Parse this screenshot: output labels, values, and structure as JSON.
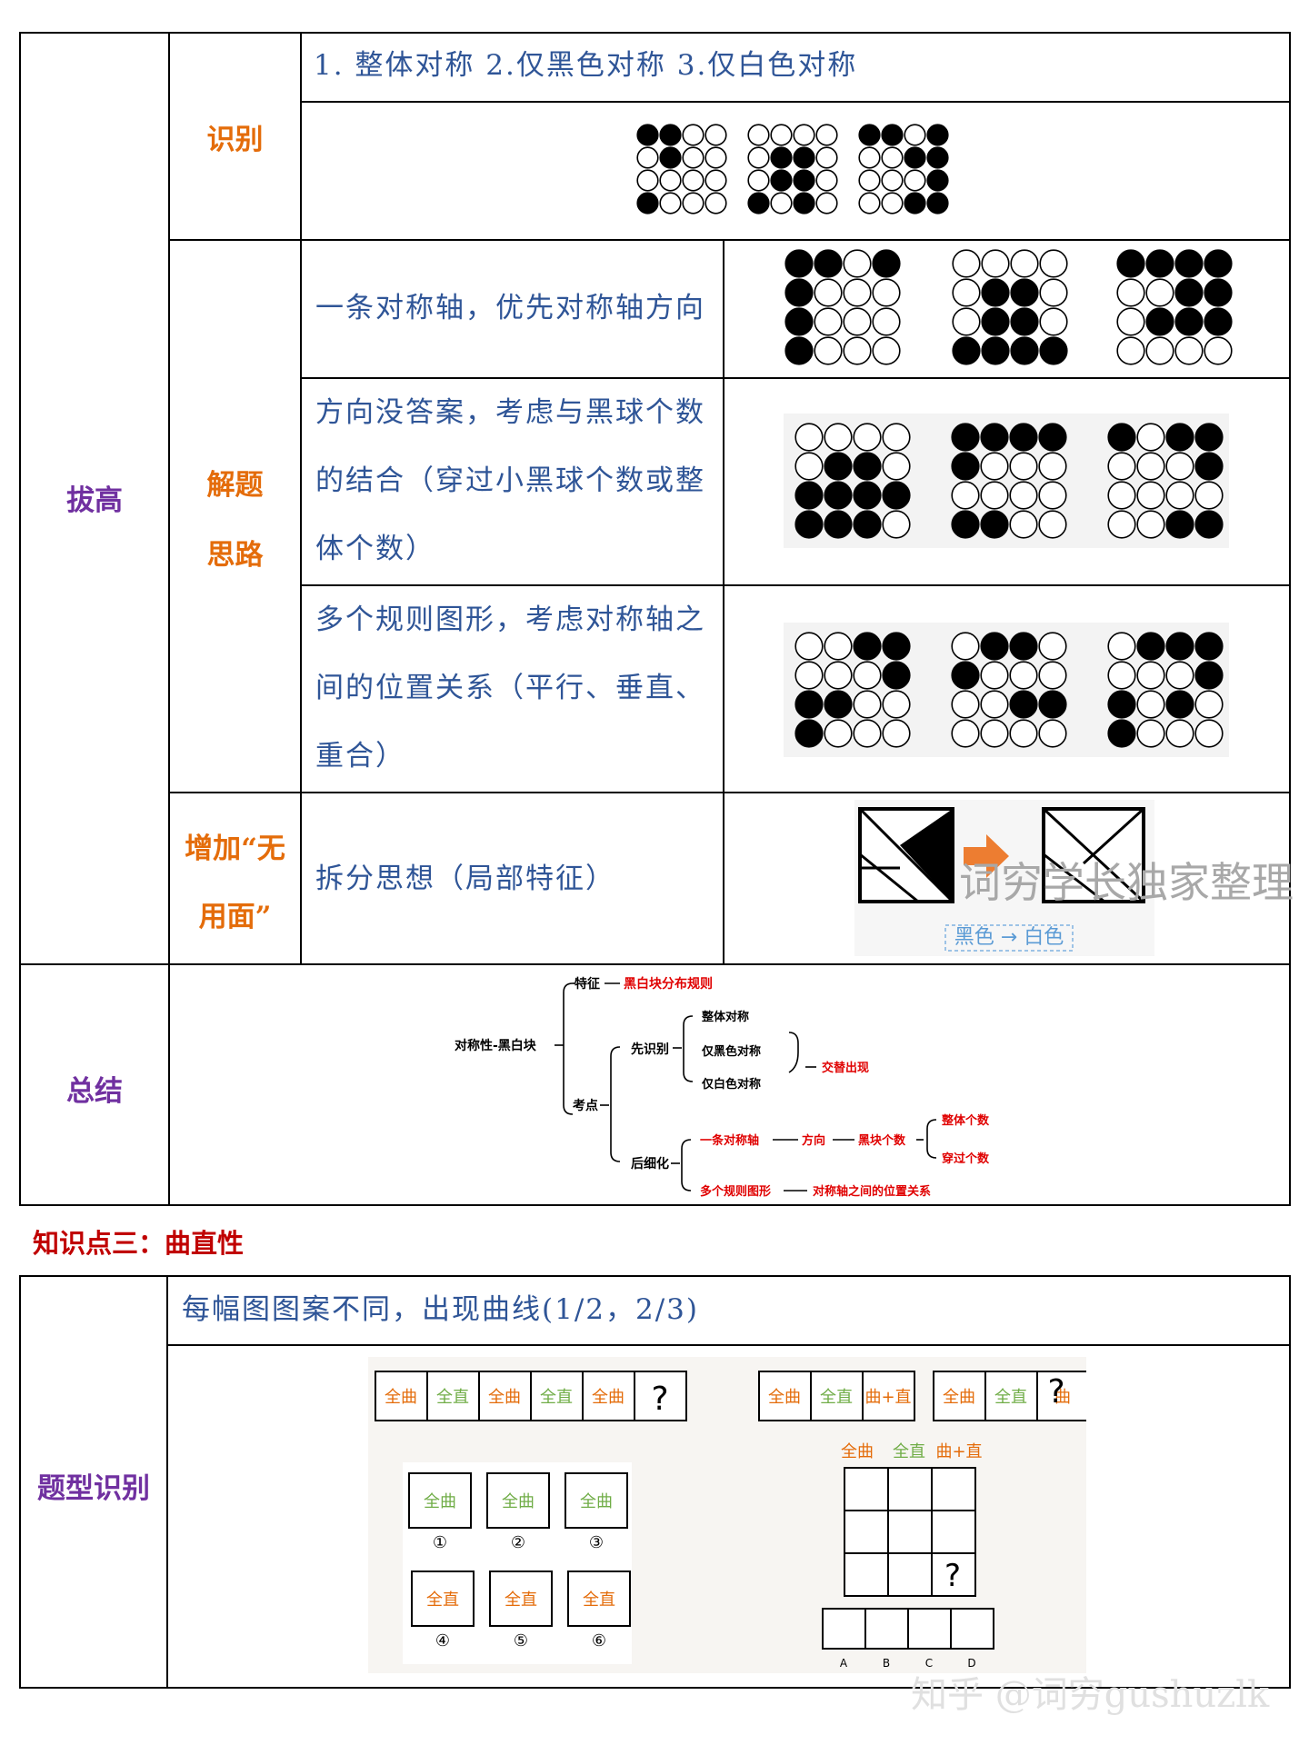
{
  "table1": {
    "row_bagao": "拔高",
    "row_summary": "总结",
    "sub_identify": "识别",
    "sub_solve_1": "解题",
    "sub_solve_2": "思路",
    "sub_add_1": "增加“无",
    "sub_add_2": "用面”",
    "identify_text": "1.  整体对称 2.仅黑色对称 3.仅白色对称",
    "solve_rows": [
      {
        "lines": [
          "一条对称轴，优先对称轴方向"
        ]
      },
      {
        "lines": [
          "方向没答案，考虑与黑球个数",
          "的结合（穿过小黑球个数或整",
          "体个数）"
        ]
      },
      {
        "lines": [
          "多个规则图形，考虑对称轴之",
          "间的位置关系（平行、垂直、",
          "重合）"
        ]
      }
    ],
    "add_text": "拆分思想（局部特征）",
    "add_caption": "黑色 → 白色"
  },
  "mindmap": {
    "root": "对称性-黑白块",
    "feature": "特征",
    "feature_value": "黑白块分布规则",
    "exam": "考点",
    "first_identify": "先识别",
    "whole": "整体对称",
    "black_only": "仅黑色对称",
    "white_only": "仅白色对称",
    "alternate": "交替出现",
    "detail": "后细化",
    "one_axis": "一条对称轴",
    "direction": "方向",
    "black_count": "黑块个数",
    "whole_count": "整体个数",
    "pass_count": "穿过个数",
    "multi": "多个规则图形",
    "axis_relation": "对称轴之间的位置关系"
  },
  "section3": {
    "title": "知识点三：曲直性"
  },
  "table2": {
    "row_label": "题型识别",
    "desc": "每幅图图案不同，出现曲线(1/2，2/3)",
    "seq1": [
      "全曲",
      "全直",
      "全曲",
      "全直",
      "全曲"
    ],
    "seq2": [
      "全曲",
      "全直",
      "曲+直"
    ],
    "seq3": [
      "全曲",
      "全直",
      "曲"
    ],
    "grid_header": [
      "全曲",
      "全直",
      "曲+直"
    ],
    "options_top": [
      "全曲",
      "全曲",
      "全曲"
    ],
    "options_bottom": [
      "全直",
      "全直",
      "全直"
    ],
    "option_numbers": [
      "①",
      "②",
      "③",
      "④",
      "⑤",
      "⑥"
    ],
    "answer_letters": [
      "A",
      "B",
      "C",
      "D"
    ],
    "question": "?"
  },
  "watermarks": {
    "w1": "词穷学长独家整理",
    "w2": "知乎 @词穷gushuzlk"
  },
  "colors": {
    "blue_text": "#2f5597",
    "orange": "#e46c0a",
    "purple": "#7030a0",
    "red": "#c00000",
    "green": "#70ad47"
  }
}
